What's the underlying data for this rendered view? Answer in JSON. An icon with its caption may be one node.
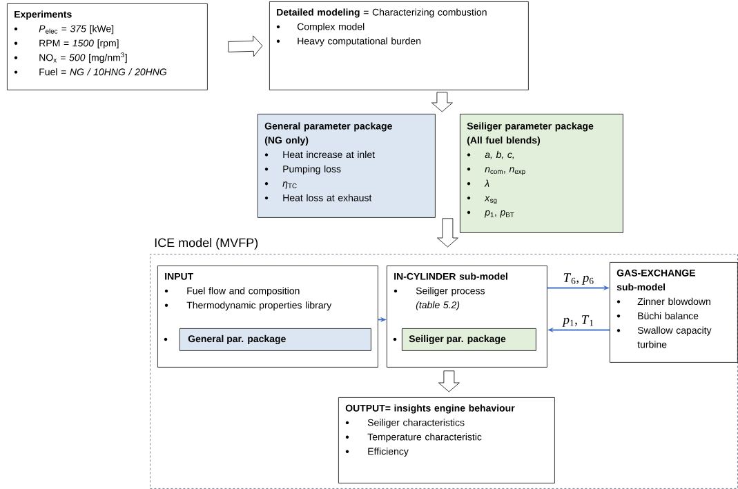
{
  "diagram": {
    "nodes": [
      {
        "text": [
          "Experiments",
          "*P*$_{elec}$ = *375* [kWe]",
          "RPM = *1500* [rpm]",
          "NO$_{x}$ = *500* [mg/nm$^{3}$]",
          "Fuel = *NG / 10HNG / 20HNG*"
        ]
      },
      {
        "text": [
          "**Detailed modeling** = Characterizing combustion",
          "Complex model",
          "Heavy computational burden"
        ]
      },
      {
        "text": [
          "General parameter package (NG only)",
          "Heat increase at inlet",
          "Pumping loss",
          "*η*$_{TC}$",
          "Heat loss at exhaust"
        ]
      },
      {
        "text": [
          "Seiliger parameter package (All fuel blends)",
          "*a, b, c,*",
          "*n*$_{com}$, *n*$_{exp}$",
          "*λ*",
          "*x*$_{sg}$",
          "*p*$_{1}$, *p*$_{BT}$"
        ]
      },
      {
        "text": [
          "ICE model (MVFP)"
        ]
      },
      {
        "text": [
          "INPUT",
          "Fuel flow and composition",
          "Thermodynamic properties library"
        ],
        "in": 4
      },
      {
        "text": [
          "General par. package"
        ],
        "in": 5
      },
      {
        "text": [
          "IN-CYLINDER sub-model",
          "Seiliger process *(table 5.2)*"
        ],
        "in": 4
      },
      {
        "text": [
          "Seiliger par. package"
        ],
        "in": 7
      },
      {
        "text": [
          "GAS-EXCHANGE sub-model",
          "Zinner blowdown",
          "Büchi balance",
          "Swallow capacity turbine"
        ],
        "in": 4
      },
      {
        "text": [
          "OUTPUT= insights engine behaviour",
          "Seiliger characteristics",
          "Temperature characteristic",
          "Efficiency"
        ],
        "in": 4
      }
    ],
    "edges": [
      {
        "from": 0,
        "to": 1,
        "arrow": "to"
      },
      {
        "from": 1,
        "to": 2,
        "arrow": "to"
      },
      {
        "from": 1,
        "to": 3,
        "arrow": "to"
      },
      {
        "from": 2,
        "to": 4,
        "arrow": "to"
      },
      {
        "from": 3,
        "to": 4,
        "arrow": "to"
      },
      {
        "from": 5,
        "to": 7,
        "arrow": "to",
        "color": "#4472c4"
      },
      {
        "from": 7,
        "to": 9,
        "arrow": "to",
        "label": "*T*$_{6}$, *p*$_{6}$",
        "color": "#4472c4"
      },
      {
        "from": 9,
        "to": 7,
        "arrow": "to",
        "label": "*p*$_{1}$, *T*$_{1}$",
        "color": "#4472c4"
      },
      {
        "from": 7,
        "to": 10,
        "arrow": "to"
      }
    ]
  }
}
